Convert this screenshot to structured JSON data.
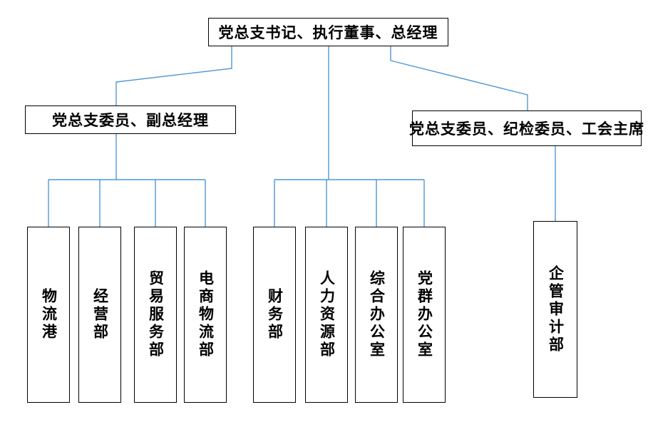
{
  "diagram": {
    "line_color": "#4f96d2",
    "box_border_color": "#000000",
    "root": {
      "label": "党总支书记、执行董事、总经理"
    },
    "level2": {
      "left": {
        "label": "党总支委员、副总经理"
      },
      "right": {
        "label": "党总支委员、纪检委员、工会主席"
      }
    },
    "departments": [
      {
        "label": "物流港"
      },
      {
        "label": "经营部"
      },
      {
        "label": "贸易服务部"
      },
      {
        "label": "电商物流部"
      },
      {
        "label": "财务部"
      },
      {
        "label": "人力资源部"
      },
      {
        "label": "综合办公室"
      },
      {
        "label": "党群办公室"
      },
      {
        "label": "企管审计部"
      }
    ]
  }
}
